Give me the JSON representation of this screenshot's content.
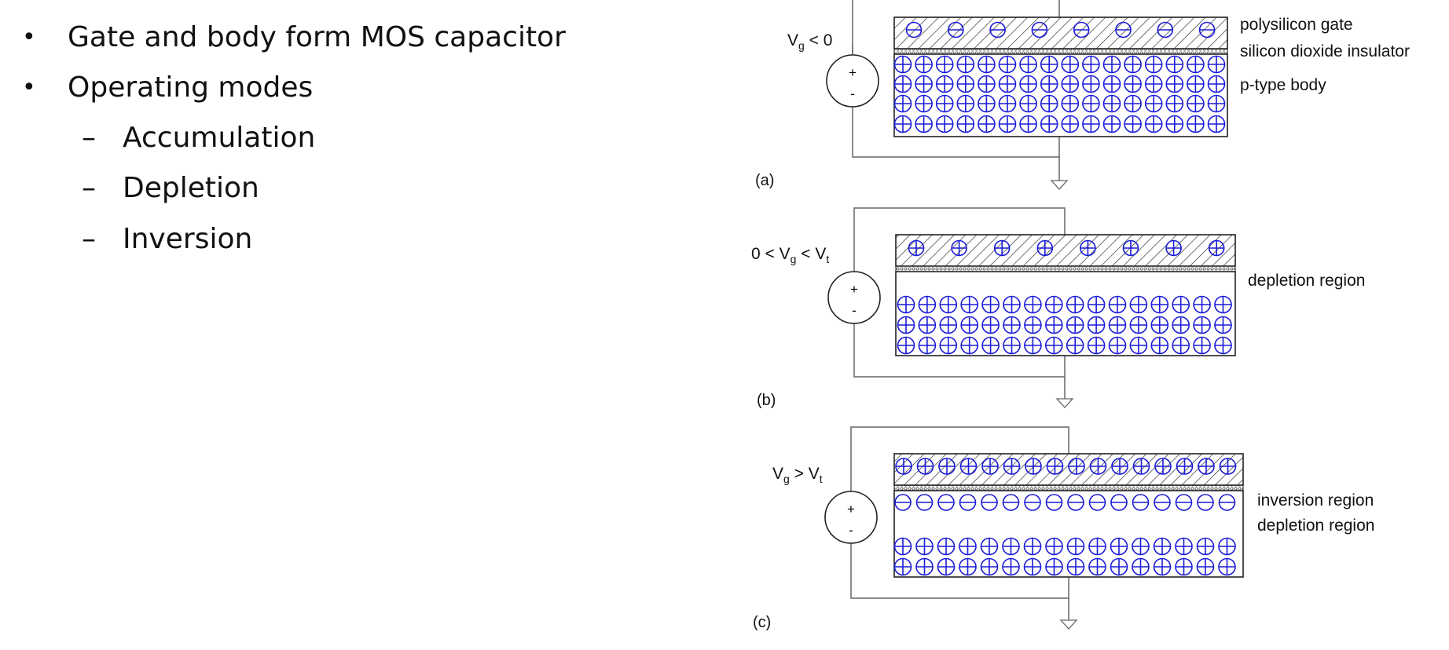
{
  "bullets": {
    "items": [
      {
        "text": "Gate and body form MOS capacitor"
      },
      {
        "text": "Operating modes"
      }
    ],
    "sub_items": [
      {
        "text": "Accumulation"
      },
      {
        "text": "Depletion"
      },
      {
        "text": "Inversion"
      }
    ],
    "bullet_glyph": "•",
    "dash_glyph": "–"
  },
  "diagram": {
    "charge_color": "#1a1ad9",
    "panels": [
      {
        "label": "(a)",
        "voltage": {
          "main": "V",
          "sub": "g",
          "rest": " < 0"
        },
        "source_plus": "+",
        "source_minus": "-",
        "gate_charge": "negative",
        "body_charges": "positive",
        "annotations": [
          "polysilicon gate",
          "silicon dioxide insulator",
          "p-type body"
        ]
      },
      {
        "label": "(b)",
        "voltage": {
          "pre": "0 < ",
          "main": "V",
          "sub": "g",
          "mid": " < V",
          "sub2": "t"
        },
        "source_plus": "+",
        "source_minus": "-",
        "gate_charge": "positive",
        "body_charges": "positive",
        "annotations": [
          "depletion region"
        ]
      },
      {
        "label": "(c)",
        "voltage": {
          "main": "V",
          "sub": "g",
          "mid": " > V",
          "sub2": "t"
        },
        "source_plus": "+",
        "source_minus": "-",
        "gate_charge": "positive",
        "body_charges": "positive",
        "annotations": [
          "inversion region",
          "depletion region"
        ]
      }
    ]
  }
}
